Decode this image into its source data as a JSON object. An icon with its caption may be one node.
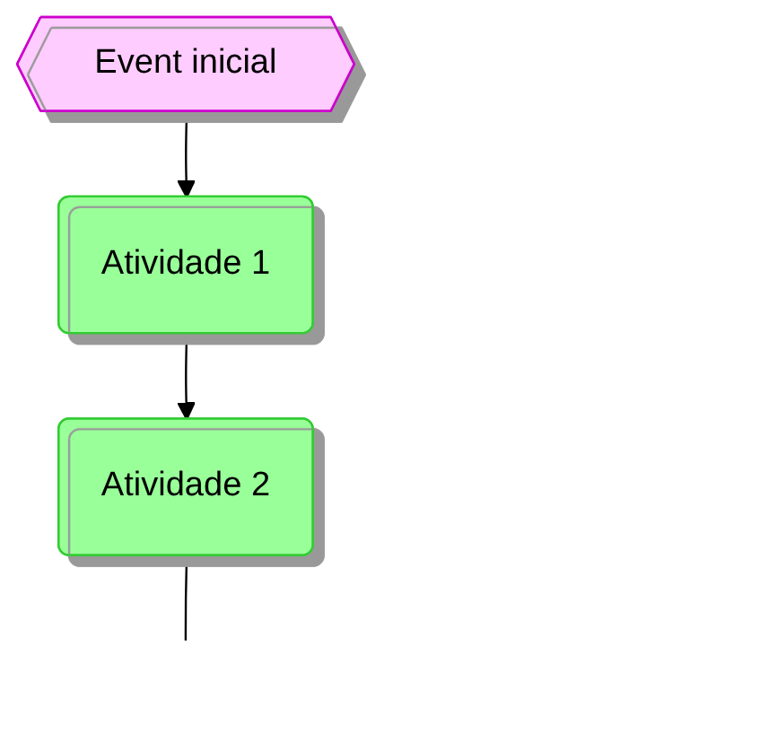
{
  "diagram": {
    "nodes": [
      {
        "text": [
          "Event inicial"
        ]
      },
      {
        "text": [
          "Atividade 1"
        ]
      },
      {
        "text": [
          "Atividade 2"
        ]
      }
    ],
    "edges": [
      {
        "from": 0,
        "to": 1,
        "arrow": "to"
      },
      {
        "from": 1,
        "to": 2,
        "arrow": "to"
      },
      {
        "from": 2,
        "to": null,
        "arrow": "none"
      }
    ]
  }
}
